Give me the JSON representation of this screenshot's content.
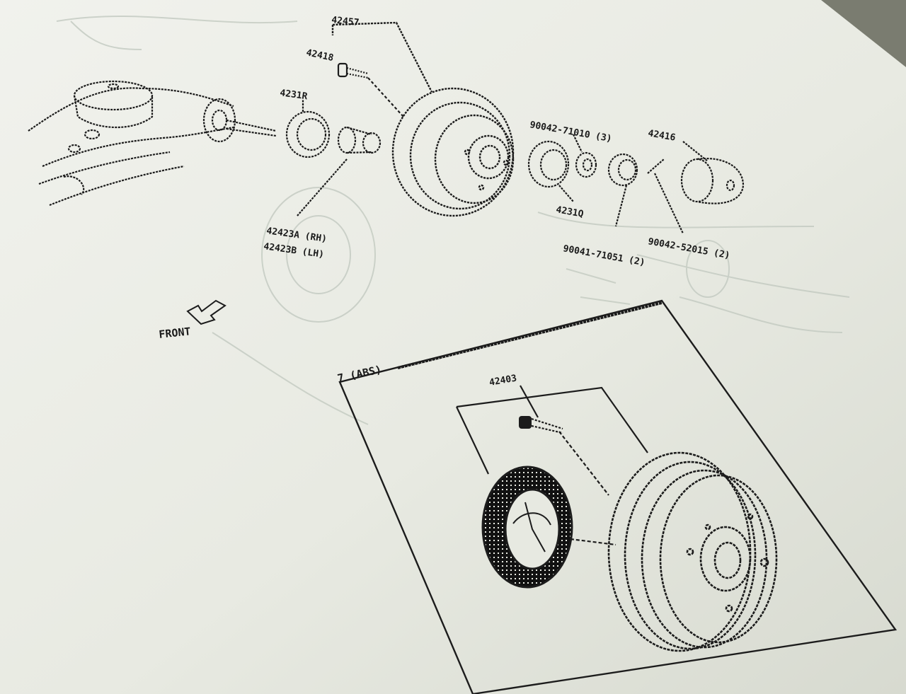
{
  "parts": {
    "hub_assembly": "42457",
    "hub_bolt": "42418",
    "inner_bearing": "4231R",
    "outer_bearing": "4231Q",
    "nut_lock": "90042-71010 (3)",
    "cap": "42416",
    "spacer_rh": "42423A (RH)",
    "spacer_lh": "42423B (LH)",
    "cotter_pin": "90041-71051 (2)",
    "nut": "90042-52015 (2)",
    "abs_drum": "42403"
  },
  "front_label": "FRONT",
  "inset_title": "7 (ABS)",
  "colors": {
    "paper": "#e9ebe3",
    "ink": "#1c1c1c",
    "ghost": "#c9cfc6"
  }
}
